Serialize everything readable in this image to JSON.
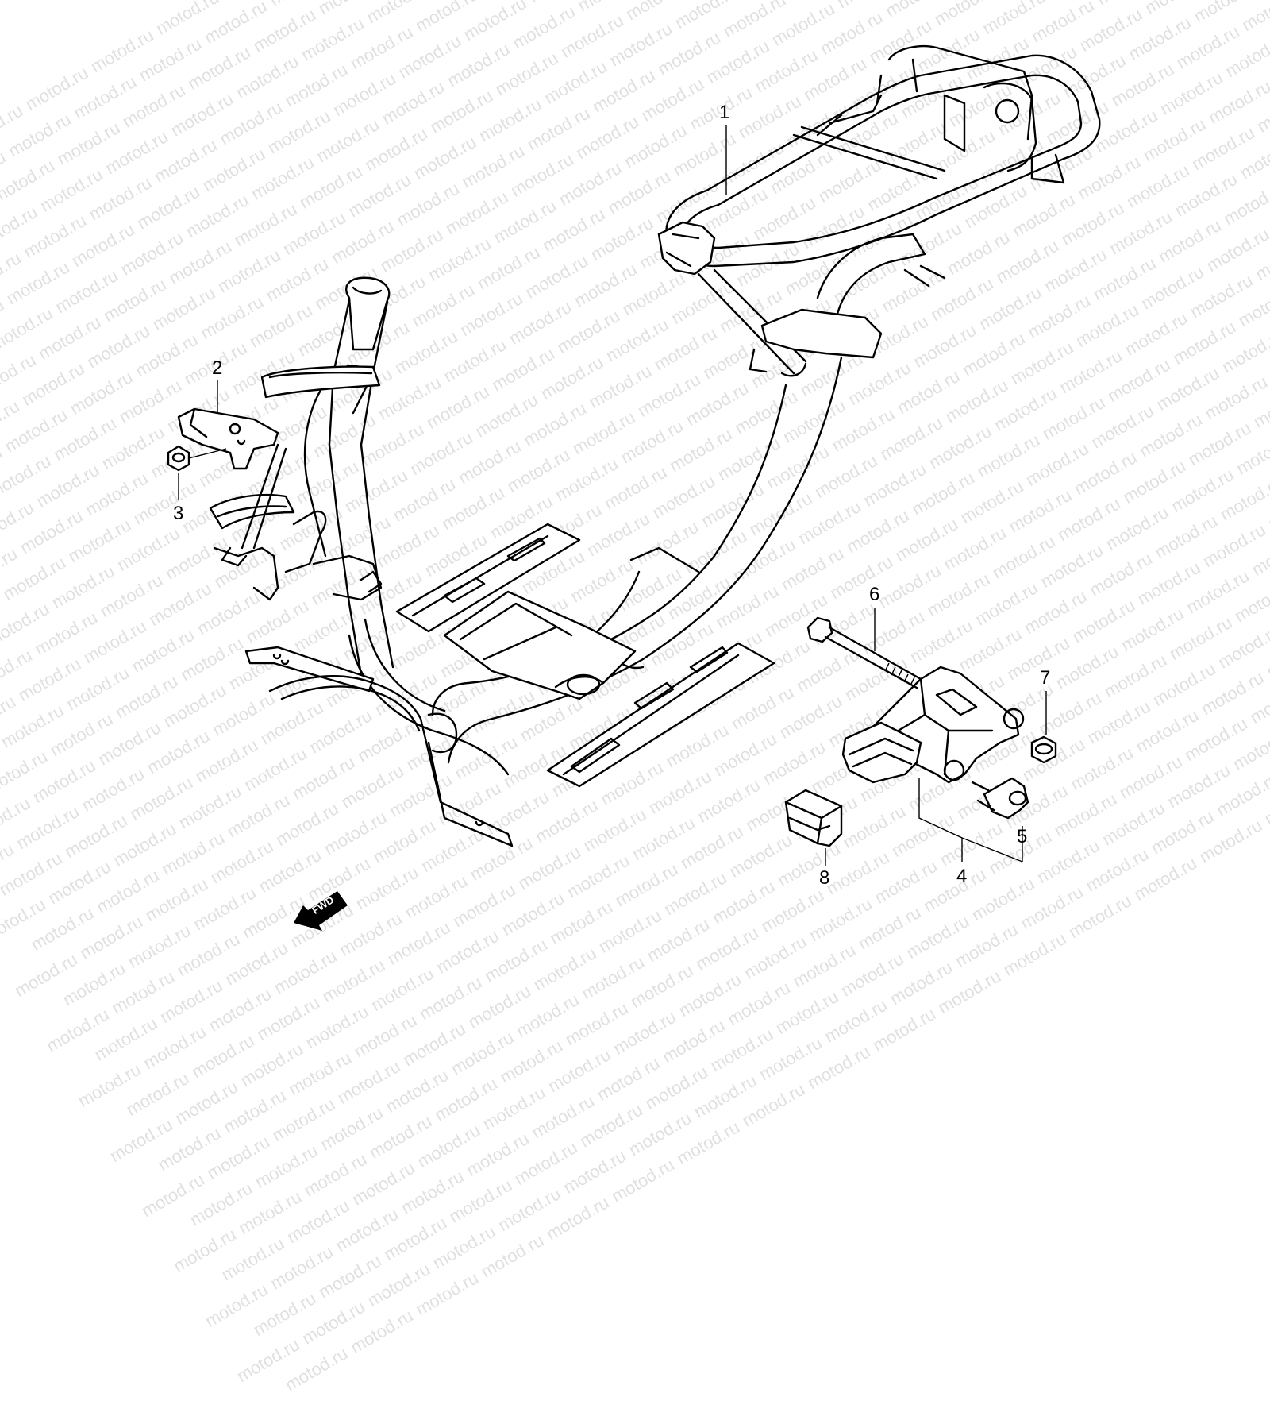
{
  "watermark": {
    "text": "motod.ru",
    "color": "#c8c8c8"
  },
  "callouts": [
    {
      "id": "1",
      "label": "1"
    },
    {
      "id": "2",
      "label": "2"
    },
    {
      "id": "3",
      "label": "3"
    },
    {
      "id": "4",
      "label": "4"
    },
    {
      "id": "5",
      "label": "5"
    },
    {
      "id": "6",
      "label": "6"
    },
    {
      "id": "7",
      "label": "7"
    },
    {
      "id": "8",
      "label": "8"
    }
  ],
  "direction_marker": {
    "label": "FWD",
    "icon": "fwd-arrow-icon"
  }
}
